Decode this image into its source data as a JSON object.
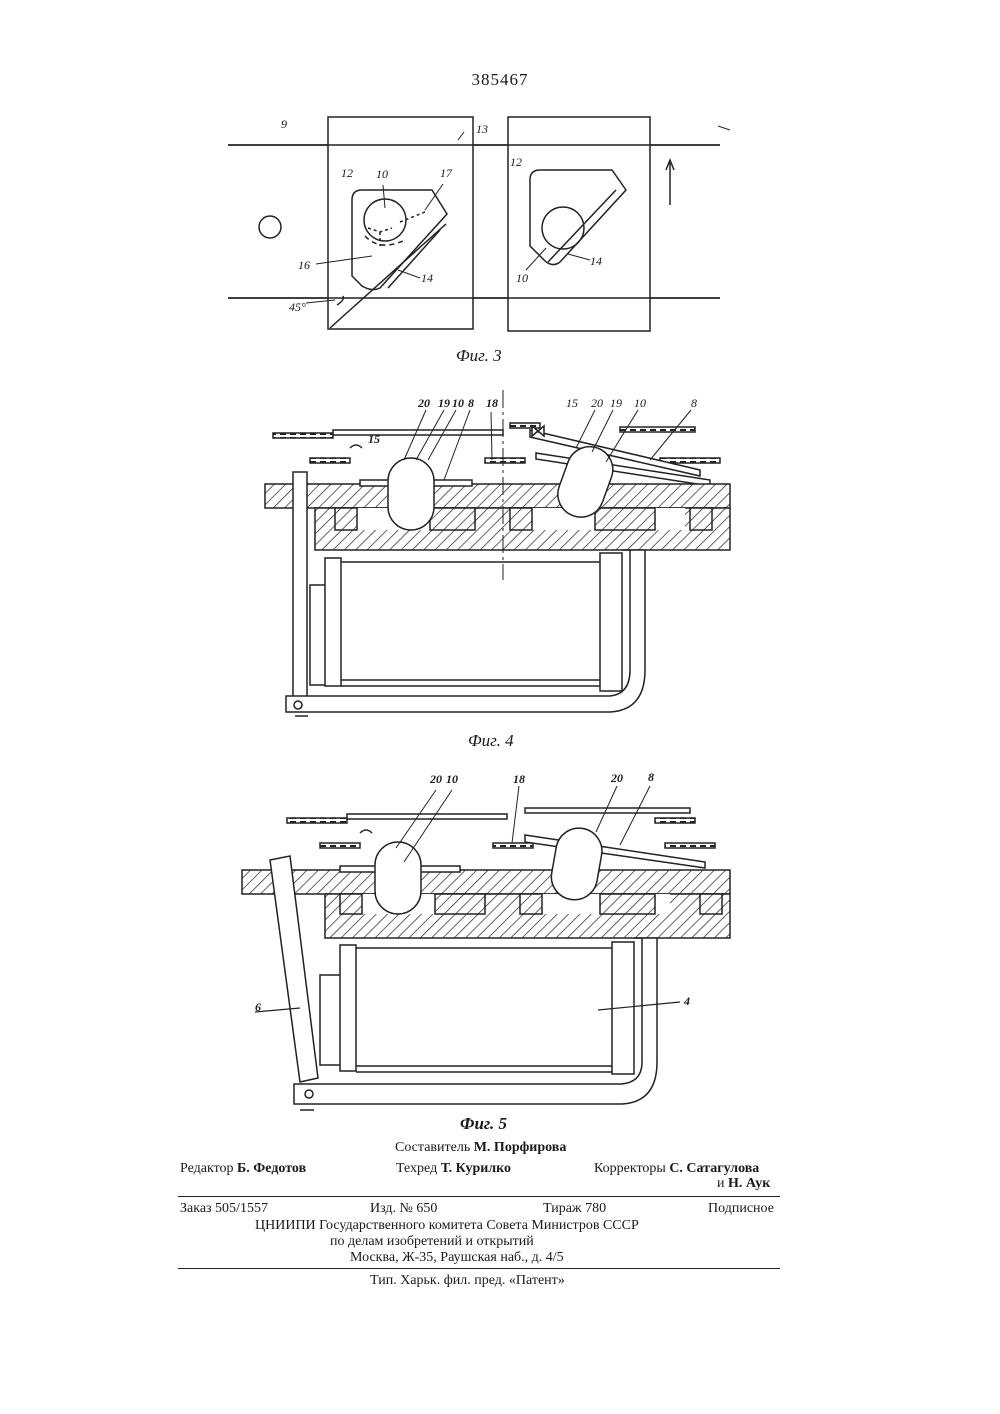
{
  "page_number": "385467",
  "figures": {
    "fig3": {
      "caption": "Фиг. 3",
      "labels": [
        "9",
        "13",
        "12",
        "10",
        "17",
        "16",
        "14",
        "45°",
        "12",
        "10",
        "14"
      ]
    },
    "fig4": {
      "caption": "Фиг. 4",
      "labels": [
        "20",
        "19",
        "10",
        "8",
        "18",
        "15",
        "15",
        "20",
        "19",
        "10",
        "8"
      ]
    },
    "fig5": {
      "caption": "Фиг. 5",
      "labels": [
        "20",
        "10",
        "18",
        "20",
        "8",
        "6",
        "4"
      ]
    }
  },
  "credits": {
    "compiler_label": "Составитель",
    "compiler_name": "М. Порфирова",
    "editor_label": "Редактор",
    "editor_name": "Б. Федотов",
    "techred_label": "Техред",
    "techred_name": "Т. Курилко",
    "correctors_label": "Корректоры",
    "corrector1": "С. Сатагулова",
    "corrector2_prefix": "и",
    "corrector2": "Н. Аук"
  },
  "imprint": {
    "order": "Заказ 505/1557",
    "edition": "Изд. № 650",
    "circulation": "Тираж 780",
    "subscription": "Подписное",
    "org_line1": "ЦНИИПИ Государственного комитета Совета Министров СССР",
    "org_line2": "по делам изобретений и открытий",
    "address": "Москва, Ж-35, Раушская наб., д. 4/5",
    "printer": "Тип. Харьк. фил. пред. «Патент»"
  }
}
